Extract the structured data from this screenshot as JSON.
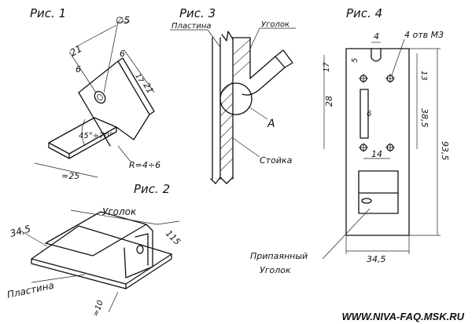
{
  "figures": {
    "fig1": {
      "title": "Рис. 1",
      "diameter": "∅5",
      "dim_21_top": "21",
      "dim_6_top": "6",
      "dim_6_left": "6",
      "dim_21_right": "21",
      "dim_17_right": "17",
      "angle": "45°÷70°",
      "radius": "R=4÷6",
      "width": "≈25"
    },
    "fig2": {
      "title": "Рис. 2",
      "corner_label": "Уголок",
      "plate_label": "Пластина",
      "dim_345": "34,5",
      "dim_115": "115",
      "dim_10": "≈10"
    },
    "fig3": {
      "title": "Рис. 3",
      "plate_label": "Пластина",
      "corner_label": "Уголок",
      "detail_label": "А",
      "post_label": "Стойка"
    },
    "fig4": {
      "title": "Рис. 4",
      "holes_label": "4 отв M3",
      "dim_4": "4",
      "dim_5": "5",
      "dim_17": "17",
      "dim_13": "13",
      "dim_28": "28",
      "dim_6": "6",
      "dim_385": "38,5",
      "dim_14": "14",
      "dim_935": "93,5",
      "dim_345": "34,5",
      "soldered_label_1": "Припаянный",
      "soldered_label_2": "Уголок"
    }
  },
  "footer": {
    "url": "WWW.NIVA-FAQ.MSK.RU"
  }
}
